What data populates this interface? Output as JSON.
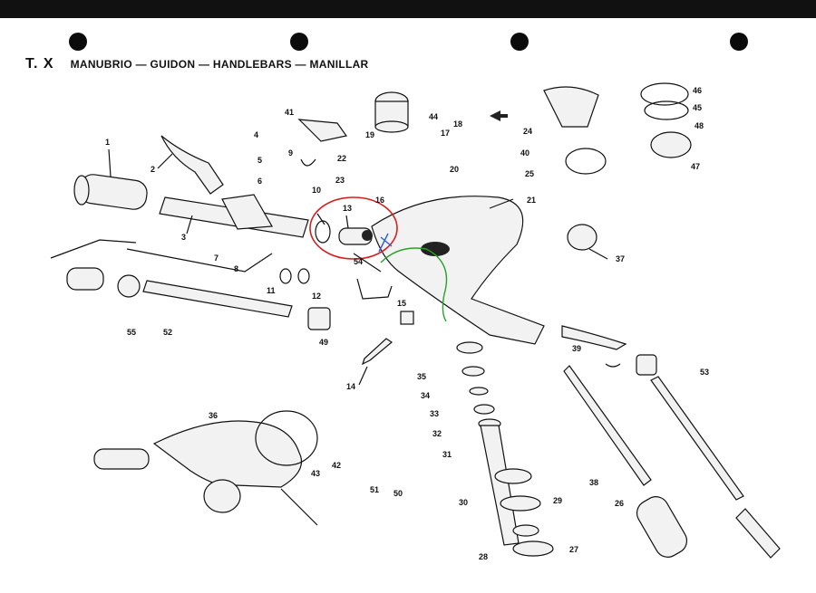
{
  "header": {
    "section": "T. X",
    "title": "MANUBRIO — GUIDON — HANDLEBARS — MANILLAR"
  },
  "labels": [
    "1",
    "2",
    "3",
    "4",
    "5",
    "6",
    "7",
    "8",
    "9",
    "10",
    "11",
    "12",
    "13",
    "14",
    "15",
    "16",
    "17",
    "18",
    "19",
    "20",
    "21",
    "22",
    "23",
    "24",
    "25",
    "26",
    "27",
    "28",
    "29",
    "30",
    "31",
    "32",
    "33",
    "34",
    "35",
    "36",
    "37",
    "38",
    "39",
    "40",
    "41",
    "42",
    "43",
    "44",
    "45",
    "46",
    "47",
    "48",
    "49",
    "50",
    "51",
    "52",
    "53",
    "54",
    "55"
  ],
  "annotations": {
    "circle_color": "#d62020",
    "blue_color": "#2f5fd0",
    "green_color": "#2aa02a"
  }
}
